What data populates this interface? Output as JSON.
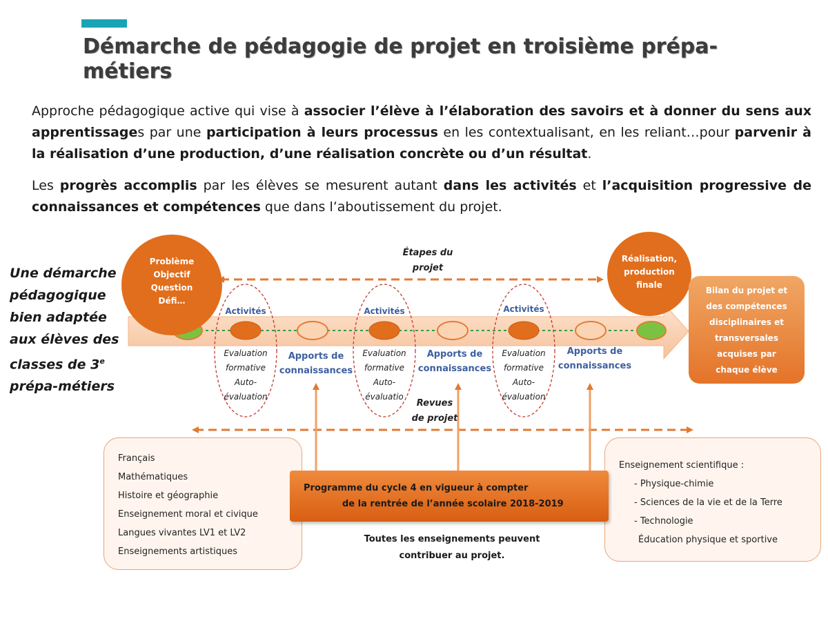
{
  "colors": {
    "accent": "#1aa3b5",
    "orange": "#e16e1c",
    "blue_text": "#3d5fa0",
    "green_step": "#7cc242",
    "dashed_red": "#c0392b"
  },
  "title": "Démarche de pédagogie de projet en troisième prépa-métiers",
  "intro": {
    "p1": {
      "t1": "Approche pédagogique active qui vise à ",
      "b1": "associer l’élève à l’élaboration des savoirs et à donner du sens aux apprentissage",
      "t2": "s par une ",
      "b2": "participation à leurs processus",
      "t3": " en les contextualisant, en les reliant…pour ",
      "b3": "parvenir à la réalisation d’une production, d’une réalisation concrète ou d’un résultat",
      "t4": "."
    },
    "p2": {
      "t1": "Les ",
      "b1": "progrès accomplis",
      "t2": " par les élèves se mesurent autant ",
      "b2": "dans les activités",
      "t3": " et ",
      "b3": "l’acquisition progressive de connaissances et compétences",
      "t4": " que dans l’aboutissement du projet."
    }
  },
  "diagram": {
    "side_title_pre": "Une démarche pédagogique bien adaptée aux élèves des classes de 3",
    "side_title_sup": "e",
    "side_title_post": " prépa-métiers",
    "start_circle": [
      "Problème",
      "Objectif",
      "Question",
      "Défi…"
    ],
    "end_circle": [
      "Réalisation,",
      "production",
      "finale"
    ],
    "bilan": [
      "Bilan du projet et",
      "des compétences",
      "disciplinaires et",
      "transversales",
      "acquises par",
      "chaque élève"
    ],
    "etapes": [
      "Étapes du",
      "projet"
    ],
    "revues": [
      "Revues",
      "de projet"
    ],
    "activities_label": "Activités",
    "evaluations": [
      [
        "Evaluation",
        "formative",
        "Auto-",
        "évaluation"
      ],
      [
        "Evaluation",
        "formative",
        "Auto-",
        "évaluatio"
      ],
      [
        "Evaluation",
        "formative",
        "Auto-",
        "évaluation"
      ]
    ],
    "apports": [
      "Apports de",
      "connaissances"
    ],
    "left_subjects": [
      "Français",
      "Mathématiques",
      "Histoire et géographie",
      "Enseignement moral et civique",
      "Langues vivantes LV1 et LV2",
      "Enseignements artistiques"
    ],
    "right_subjects": {
      "heading": "Enseignement scientifique :",
      "items": [
        "- Physique-chimie",
        "- Sciences de la vie et de la Terre",
        "- Technologie"
      ],
      "extra": "Éducation physique et sportive"
    },
    "program": [
      "Programme du cycle 4 en vigueur à compter",
      "de la rentrée de l’année scolaire 2018-2019"
    ],
    "all_subjects": [
      "Toutes les enseignements peuvent",
      "contribuer au projet."
    ]
  }
}
